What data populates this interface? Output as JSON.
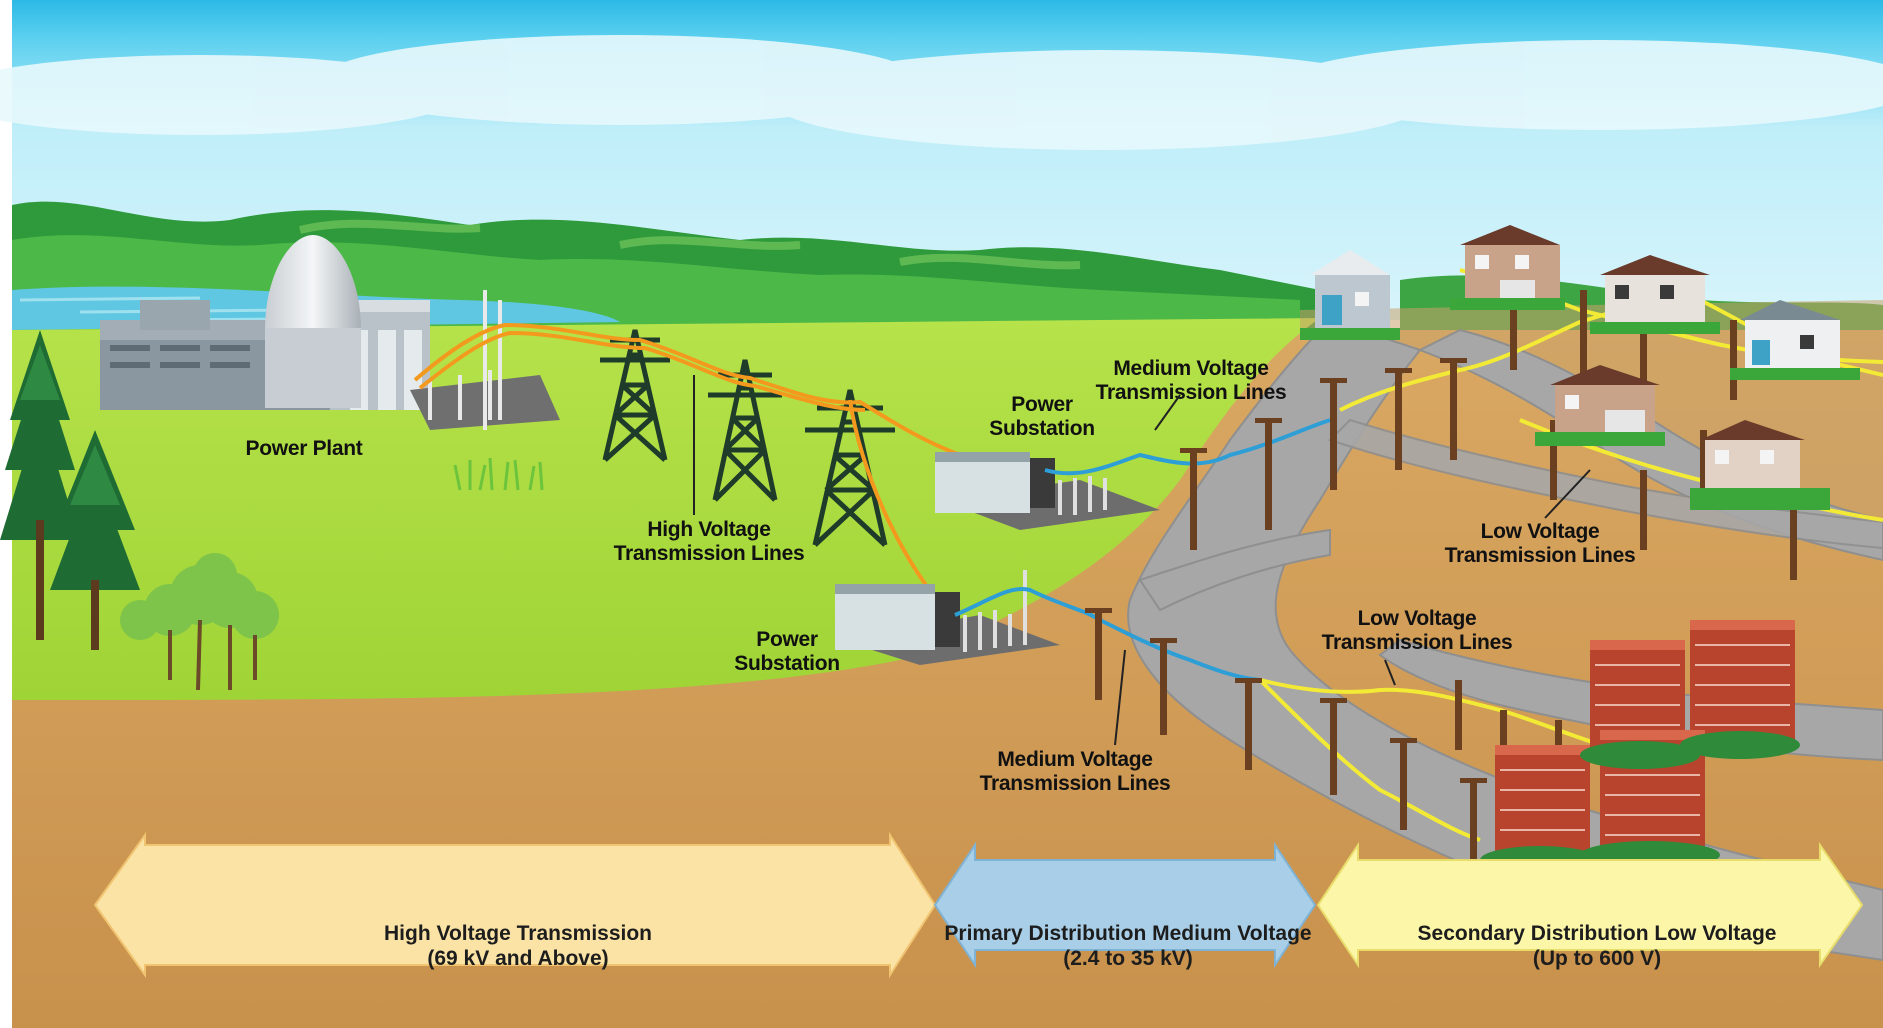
{
  "labels": {
    "power_plant": "Power Plant",
    "substation_1": [
      "Power",
      "Substation"
    ],
    "substation_2": [
      "Power",
      "Substation"
    ],
    "high_voltage_lines": [
      "High Voltage",
      "Transmission Lines"
    ],
    "medium_voltage_lines_top": [
      "Medium Voltage",
      "Transmission Lines"
    ],
    "medium_voltage_lines_bottom": [
      "Medium Voltage",
      "Transmission Lines"
    ],
    "low_voltage_lines_houses": [
      "Low Voltage",
      "Transmission Lines"
    ],
    "low_voltage_lines_apartments": [
      "Low Voltage",
      "Transmission Lines"
    ]
  },
  "arrows": {
    "high": {
      "line1": "High Voltage Transmission",
      "line2": "(69 kV and Above)",
      "color": "#fbe3a6"
    },
    "medium": {
      "line1": "Primary Distribution Medium Voltage",
      "line2": "(2.4 to 35 kV)",
      "color": "#a9cfe8"
    },
    "low": {
      "line1": "Secondary Distribution Low Voltage",
      "line2": "(Up to 600 V)",
      "color": "#fcf6a8"
    }
  },
  "colors": {
    "sky": "#3fc3ea",
    "grass": "#a8db3c",
    "ground": "#d2a05a",
    "road": "#a5a5a5",
    "high_voltage_wire": "#f39a1e",
    "medium_voltage_wire": "#2e9fd6",
    "low_voltage_wire": "#f3ea36",
    "tower": "#1f3b2a",
    "apartment": "#b8442e"
  }
}
